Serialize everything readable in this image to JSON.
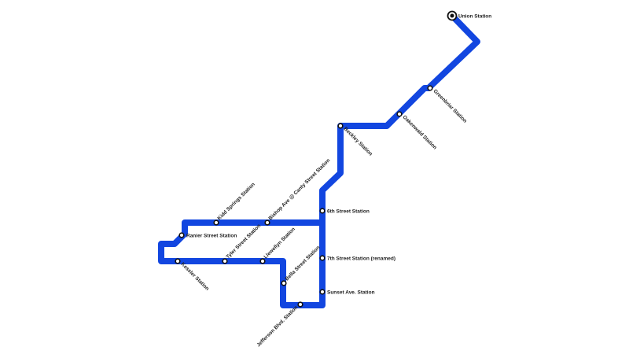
{
  "map": {
    "line_color": "#1246e0",
    "stations": {
      "union": "Union Station",
      "greenbriar": "Greenbriar Station",
      "oakenwald": "Oakenwald Station",
      "beckley": "Beckley Station",
      "sixth": "6th Street Station",
      "seventh": "7th Street Station (renamed)",
      "sunset": "Sunset Ave. Station",
      "jefferson": "Jefferson Blvd. Station",
      "bella": "Bella Street Station",
      "llewellyn": "Llewellyn Station",
      "tyler": "Tyler Street Station",
      "kessler": "Kessler Station",
      "ranier": "Ranier Street Station",
      "kidd": "Kidd Springs Station",
      "bishop": "Bishop Ave @ Canty Street Station"
    }
  }
}
